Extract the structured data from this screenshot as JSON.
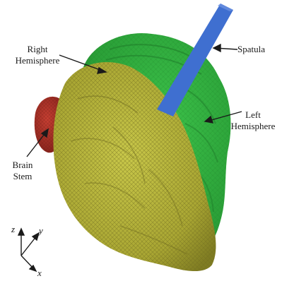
{
  "labels": {
    "right_hemisphere": [
      "Right",
      "Hemisphere"
    ],
    "spatula": "Spatula",
    "left_hemisphere": [
      "Left",
      "Hemisphere"
    ],
    "brain_stem": [
      "Brain",
      "Stem"
    ]
  },
  "axes": {
    "z": "z",
    "y": "y",
    "x": "x"
  },
  "colors": {
    "right_hemisphere": "#b5b63a",
    "right_hemisphere_mesh": "#6f6b1f",
    "left_hemisphere": "#2fae3c",
    "left_hemisphere_shadow": "#1f7e2a",
    "brain_stem": "#b0362c",
    "spatula": "#3f6fd0",
    "ink": "#1a1a1a"
  }
}
